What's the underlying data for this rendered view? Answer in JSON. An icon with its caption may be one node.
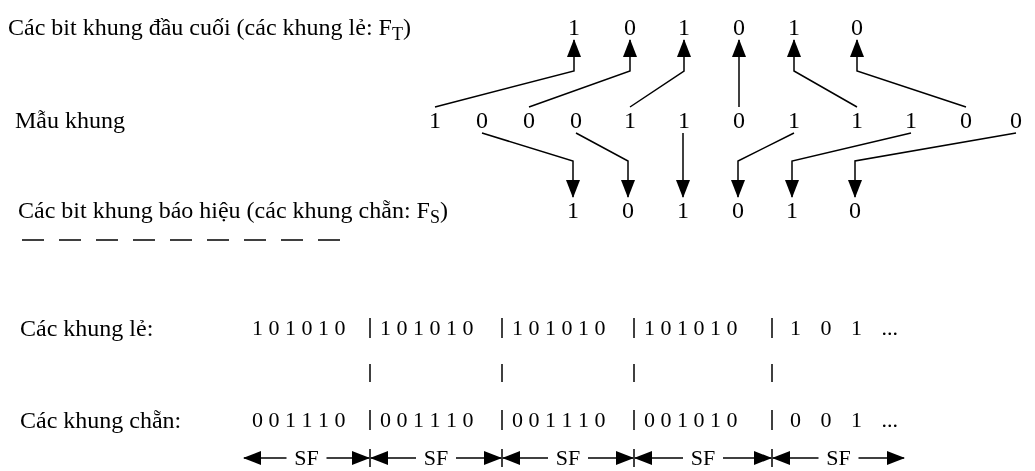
{
  "diagram": {
    "nodes": [
      {
        "text": [
          "1"
        ]
      },
      {
        "text": [
          "0"
        ]
      },
      {
        "text": [
          "1"
        ]
      },
      {
        "text": [
          "0"
        ]
      },
      {
        "text": [
          "1"
        ]
      },
      {
        "text": [
          "0"
        ]
      },
      {
        "text": [
          "1"
        ]
      },
      {
        "text": [
          "0"
        ]
      },
      {
        "text": [
          "0"
        ]
      },
      {
        "text": [
          "0"
        ]
      },
      {
        "text": [
          "1"
        ]
      },
      {
        "text": [
          "1"
        ]
      },
      {
        "text": [
          "0"
        ]
      },
      {
        "text": [
          "1"
        ]
      },
      {
        "text": [
          "1"
        ]
      },
      {
        "text": [
          "1"
        ]
      },
      {
        "text": [
          "0"
        ]
      },
      {
        "text": [
          "0"
        ]
      },
      {
        "text": [
          "1"
        ]
      },
      {
        "text": [
          "0"
        ]
      },
      {
        "text": [
          "1"
        ]
      },
      {
        "text": [
          "0"
        ]
      },
      {
        "text": [
          "1"
        ]
      },
      {
        "text": [
          "0"
        ]
      }
    ],
    "edges": [
      {
        "from": 6,
        "to": 0,
        "arrow": "to"
      },
      {
        "from": 8,
        "to": 1,
        "arrow": "to"
      },
      {
        "from": 10,
        "to": 2,
        "arrow": "to"
      },
      {
        "from": 12,
        "to": 3,
        "arrow": "to"
      },
      {
        "from": 14,
        "to": 4,
        "arrow": "to"
      },
      {
        "from": 16,
        "to": 5,
        "arrow": "to"
      },
      {
        "from": 7,
        "to": 18,
        "arrow": "to"
      },
      {
        "from": 9,
        "to": 19,
        "arrow": "to"
      },
      {
        "from": 11,
        "to": 20,
        "arrow": "to"
      },
      {
        "from": 13,
        "to": 21,
        "arrow": "to"
      },
      {
        "from": 15,
        "to": 22,
        "arrow": "to"
      },
      {
        "from": 17,
        "to": 23,
        "arrow": "to"
      }
    ],
    "labels": [
      "Các bit khung đầu cuối (các khung lẻ: F$_{T}$)",
      "Mẫu khung",
      "Các bit khung báo hiệu (các khung chẵn: F$_{S}$)",
      "Các khung lẻ:",
      "1 0 1 0 1 0",
      "1 0 1 0 1 0",
      "1 0 1 0 1 0",
      "1 0 1 0 1 0",
      "1 0 1 ...",
      "Các khung chẵn:",
      "0 0 1 1 1 0",
      "0 0 1 1 1 0",
      "0 0 1 1 1 0",
      "0 0 1 0 1 0",
      "0 0 1 ...",
      "SF",
      "SF",
      "SF",
      "SF",
      "SF"
    ]
  }
}
